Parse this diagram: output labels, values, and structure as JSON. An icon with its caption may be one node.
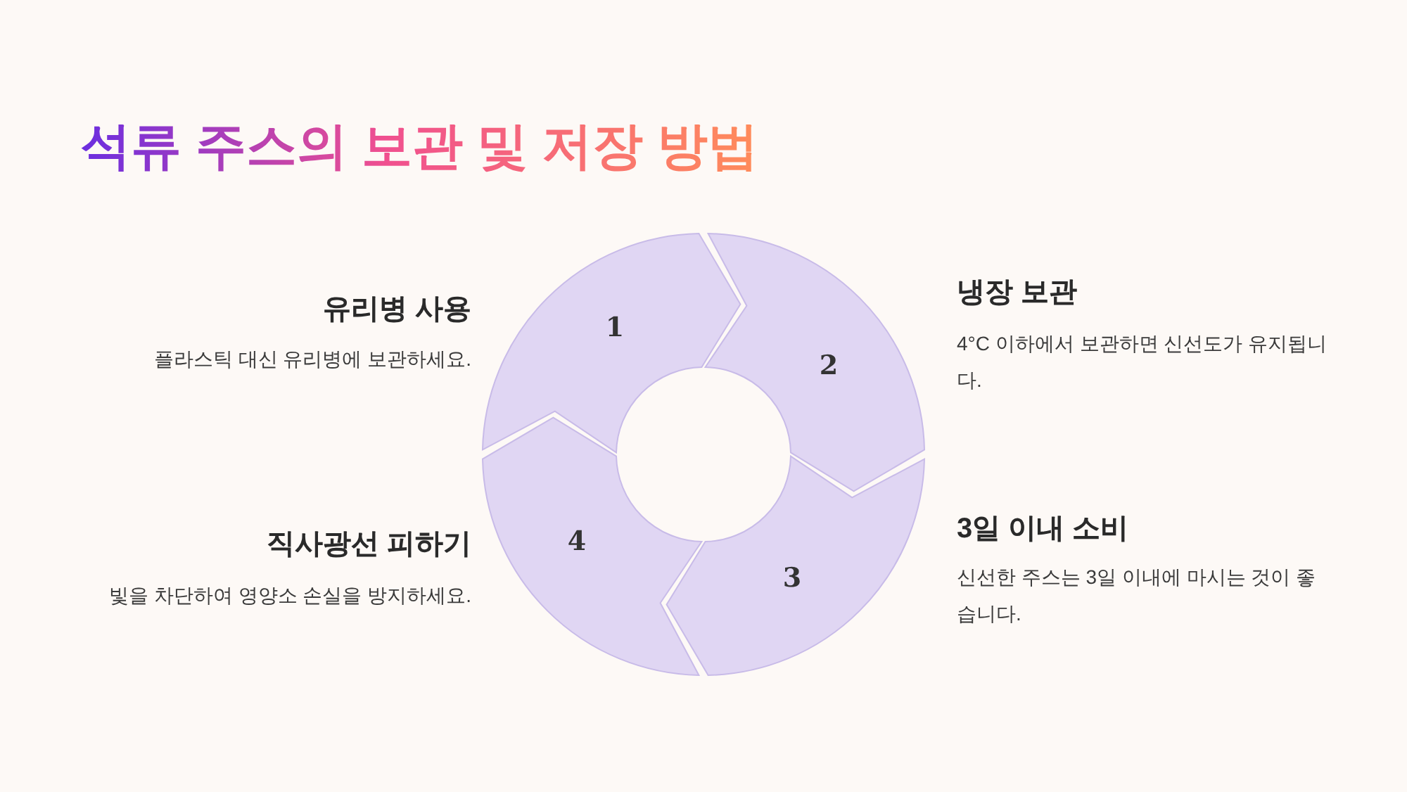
{
  "diagram": {
    "title": "석류 주스의 보관 및 저장 방법",
    "nodes": [
      {
        "text": [
          "1"
        ],
        "beside": [
          "유리병 사용",
          "플라스틱 대신 유리병에 보관하세요."
        ]
      },
      {
        "text": [
          "2"
        ],
        "beside": [
          "냉장 보관",
          "4°C 이하에서 보관하면 신선도가 유지됩니다."
        ]
      },
      {
        "text": [
          "3"
        ],
        "beside": [
          "3일 이내 소비",
          "신선한 주스는 3일 이내에 마시는 것이 좋습니다."
        ]
      },
      {
        "text": [
          "4"
        ],
        "beside": [
          "직사광선 피하기",
          "빛을 차단하여 영양소 손실을 방지하세요."
        ]
      }
    ]
  }
}
